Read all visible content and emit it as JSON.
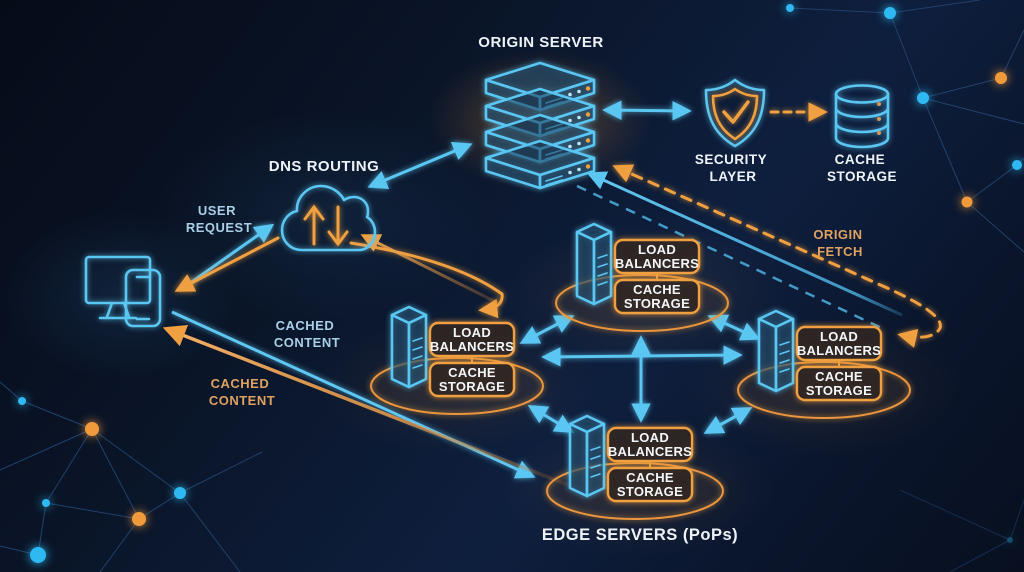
{
  "colors": {
    "background_navy": "#0b1830",
    "neon_blue": "#5ac6f2",
    "neon_orange": "#f0a040",
    "text_white": "#eef3f8",
    "text_light_blue": "#a9cfe6",
    "text_light_orange": "#dfa261",
    "constellation_line": "#21416b",
    "dot_cyan": "#2fb9f2",
    "dot_orange": "#f09a3c"
  },
  "labels": {
    "origin_server": "ORIGIN SERVER",
    "dns_routing": "DNS ROUTING",
    "user_request": {
      "line1": "USER",
      "line2": "REQUEST"
    },
    "security_layer": {
      "line1": "SECURITY",
      "line2": "LAYER"
    },
    "cache_storage_top": {
      "line1": "CACHE",
      "line2": "STORAGE"
    },
    "cached_content_blue": {
      "line1": "CACHED",
      "line2": "CONTENT"
    },
    "cached_content_orange": {
      "line1": "CACHED",
      "line2": "CONTENT"
    },
    "origin_fetch": {
      "line1": "ORIGIN",
      "line2": "FETCH"
    },
    "edge_servers_caption": "EDGE SERVERS (PoPs)"
  },
  "edge_node": {
    "load_balancers": {
      "line1": "LOAD",
      "line2": "BALANCERS"
    },
    "cache_storage": {
      "line1": "CACHE",
      "line2": "STORAGE"
    }
  },
  "edge_cluster": {
    "node_count": 4
  },
  "icons": {
    "user_devices": "desktop-and-smartphone",
    "dns_routing": "cloud-with-up-down-transfer-arrows",
    "origin_server": "isometric-server-stack",
    "security_layer": "shield-with-checkmark",
    "cache_storage": "database-cylinder",
    "edge_server": "isometric-server-tower"
  }
}
